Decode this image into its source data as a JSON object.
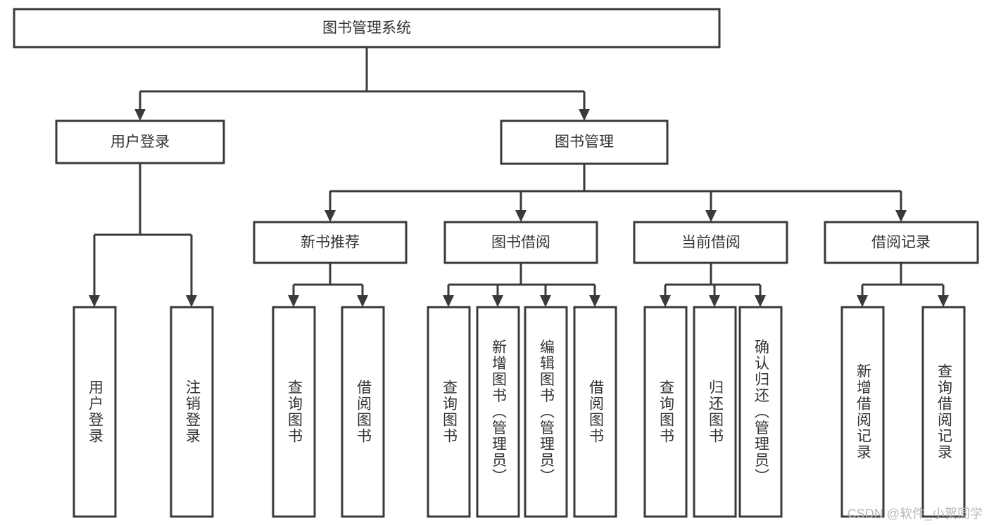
{
  "diagram": {
    "title": "图书管理系统",
    "type": "hierarchy-tree",
    "orientation": "top-down",
    "colors": {
      "box_stroke": "#3a3a3a",
      "box_fill": "#ffffff",
      "text": "#333333",
      "connector": "#3a3a3a",
      "background": "#ffffff",
      "watermark": "#b8b8b8"
    },
    "root": {
      "label": "图书管理系统"
    },
    "level2": [
      {
        "label": "用户登录"
      },
      {
        "label": "图书管理"
      }
    ],
    "level3": [
      {
        "label": "新书推荐"
      },
      {
        "label": "图书借阅"
      },
      {
        "label": "当前借阅"
      },
      {
        "label": "借阅记录"
      }
    ],
    "leaves": {
      "user_login": [
        {
          "label": "用户登录"
        },
        {
          "label": "注销登录"
        }
      ],
      "new_book_recommend": [
        {
          "label": "查询图书"
        },
        {
          "label": "借阅图书"
        }
      ],
      "book_borrow": [
        {
          "label": "查询图书"
        },
        {
          "label": "新增图书（管理员）"
        },
        {
          "label": "编辑图书（管理员）"
        },
        {
          "label": "借阅图书"
        }
      ],
      "current_borrow": [
        {
          "label": "查询图书"
        },
        {
          "label": "归还图书"
        },
        {
          "label": "确认归还（管理员）"
        }
      ],
      "borrow_record": [
        {
          "label": "新增借阅记录"
        },
        {
          "label": "查询借阅记录"
        }
      ]
    },
    "watermark": "CSDN @软件_小贺同学"
  }
}
